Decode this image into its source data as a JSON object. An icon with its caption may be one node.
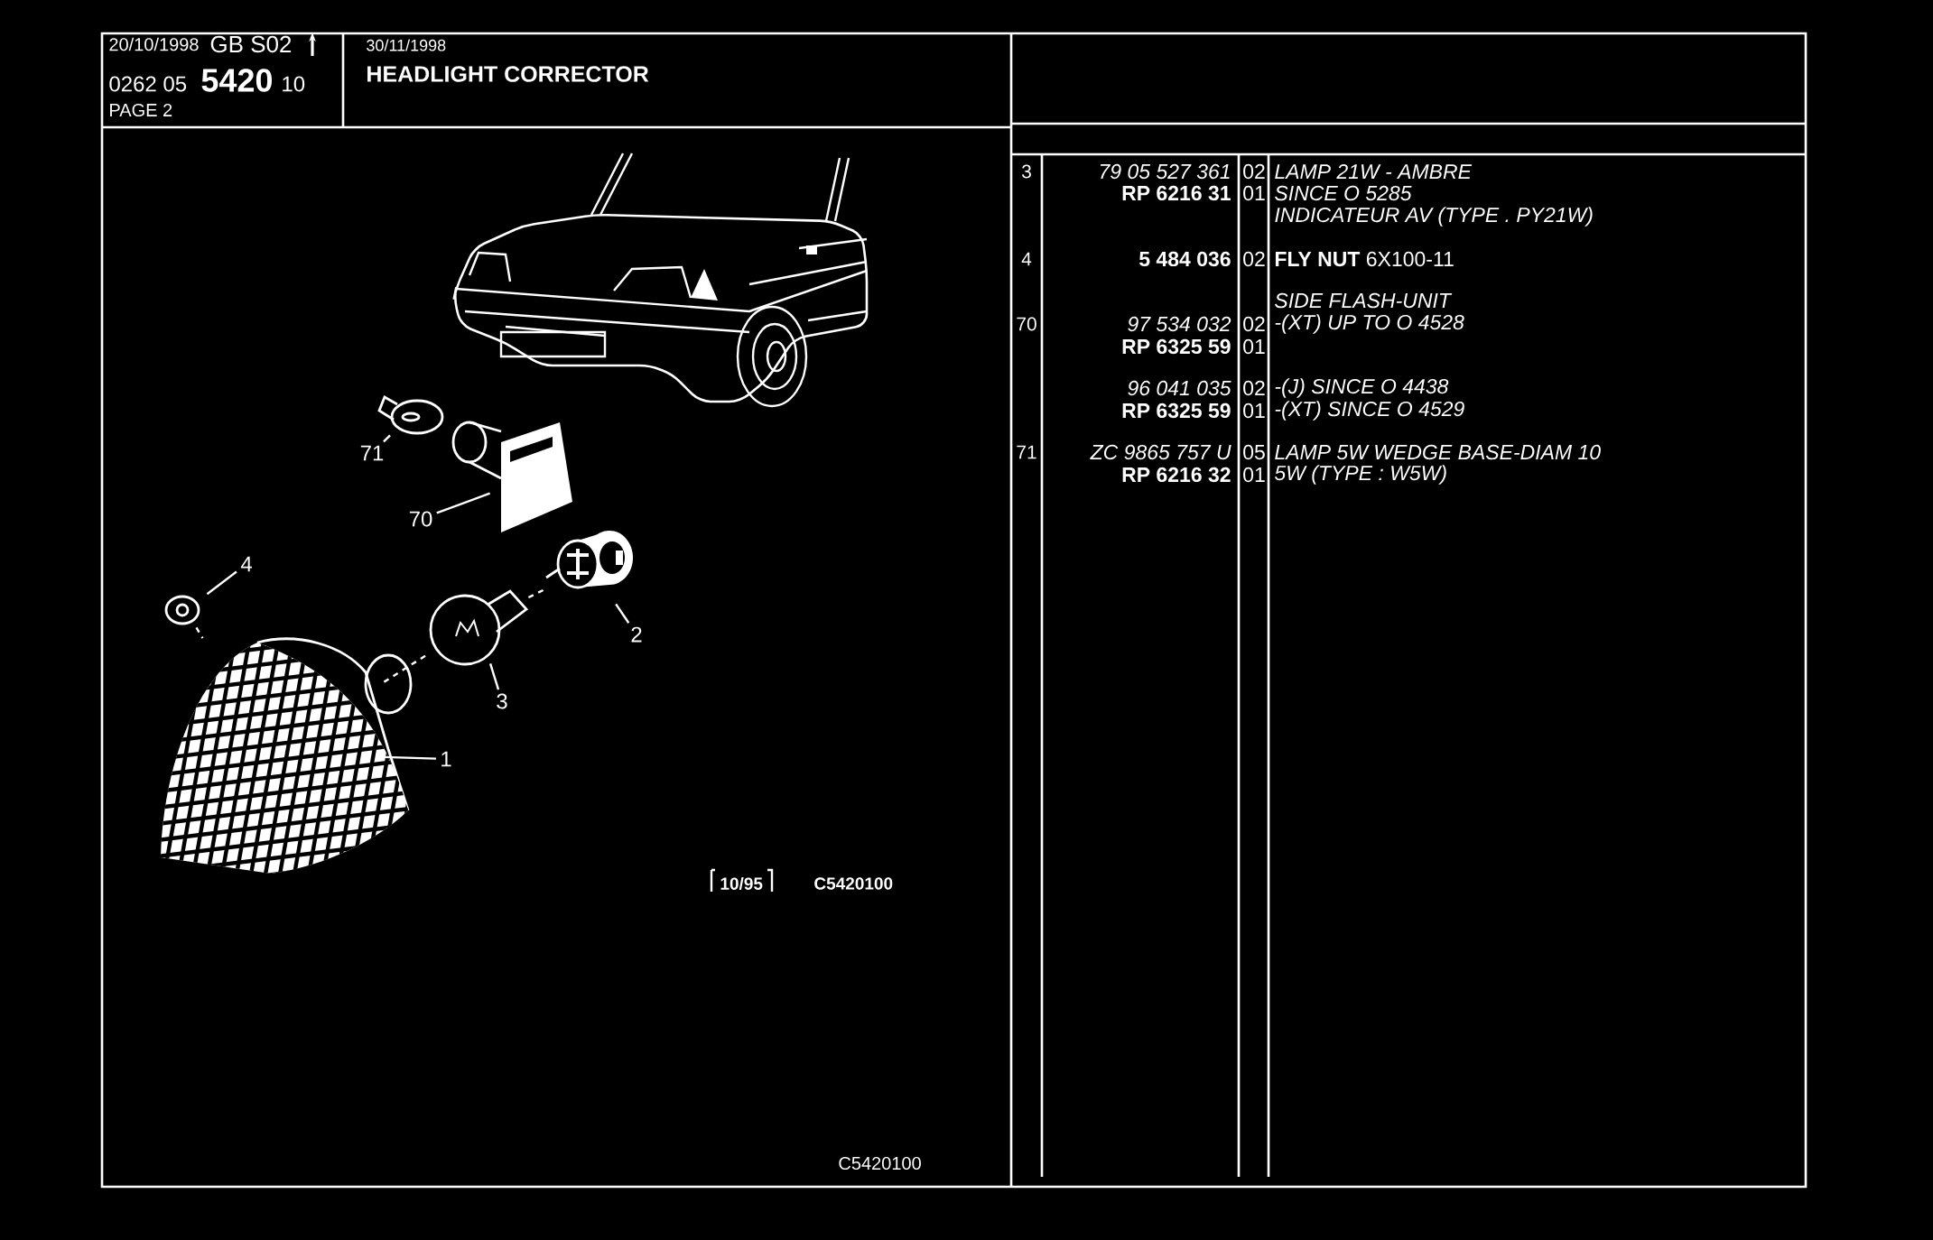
{
  "diagram": {
    "title": "HEADLIGHT CORRECTOR",
    "nodes": [
      {
        "text": [
          "71"
        ]
      },
      {
        "text": [],
        "shape": "picture"
      },
      {
        "text": [
          "70"
        ]
      },
      {
        "text": [],
        "shape": "picture"
      },
      {
        "text": [
          "4"
        ]
      },
      {
        "text": [],
        "shape": "picture"
      },
      {
        "text": [
          "2"
        ]
      },
      {
        "text": [],
        "shape": "picture"
      },
      {
        "text": [
          "3"
        ]
      },
      {
        "text": [],
        "shape": "picture"
      },
      {
        "text": [
          "1"
        ]
      },
      {
        "text": [],
        "shape": "picture"
      }
    ],
    "edges": [
      {
        "from": 0,
        "to": 1,
        "arrow": "none"
      },
      {
        "from": 2,
        "to": 3,
        "arrow": "none"
      },
      {
        "from": 4,
        "to": 5,
        "arrow": "none"
      },
      {
        "from": 6,
        "to": 7,
        "arrow": "none"
      },
      {
        "from": 8,
        "to": 9,
        "arrow": "none"
      },
      {
        "from": 10,
        "to": 11,
        "arrow": "none"
      },
      {
        "from": 5,
        "to": 11,
        "arrow": "none",
        "style": "dashed"
      },
      {
        "from": 11,
        "to": 9,
        "arrow": "none",
        "style": "dashed"
      },
      {
        "from": 9,
        "to": 7,
        "arrow": "none",
        "style": "dashed"
      }
    ],
    "labels": [
      "20/10/1998",
      "GB S02",
      "0262 05",
      "5420",
      "10",
      "PAGE 2",
      "30/11/1998",
      "3",
      "79 05 527 361",
      "02",
      "LAMP 21W - AMBRE",
      "RP 6216 31",
      "01",
      "SINCE O 5285",
      "INDICATEUR AV (TYPE . PY21W)",
      "4",
      "5 484 036",
      "02",
      "**FLY NUT** 6X100-11",
      "SIDE FLASH-UNIT",
      "70",
      "97 534 032",
      "02",
      "-(XT) UP TO O 4528",
      "RP 6325 59",
      "01",
      "96 041 035",
      "02",
      "-(J) SINCE O 4438",
      "RP 6325 59",
      "01",
      "-(XT) SINCE O 4529",
      "71",
      "ZC 9865 757 U",
      "05",
      "LAMP 5W WEDGE BASE-DIAM 10",
      "RP 6216 32",
      "01",
      "5W (TYPE : W5W)",
      "10/95",
      "C5420100",
      "C5420100"
    ]
  }
}
